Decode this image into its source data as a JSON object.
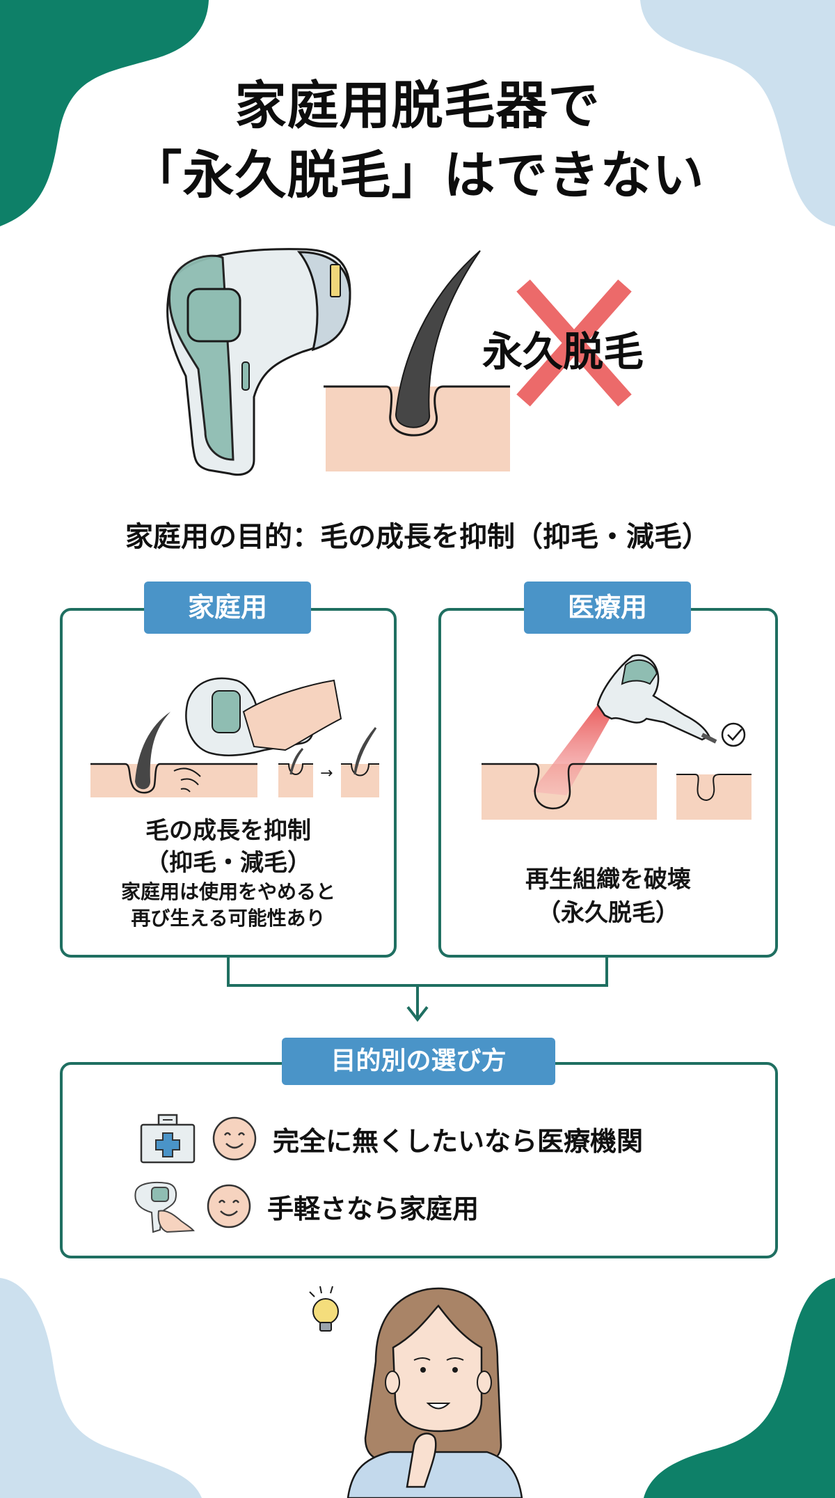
{
  "header": {
    "title_line1": "家庭用脱毛器で",
    "title_line2": "「永久脱毛」はできない"
  },
  "hero": {
    "crossed_label": "永久脱毛",
    "icons": [
      "ipl-device-icon",
      "hair-follicle-icon",
      "cross-mark-icon"
    ]
  },
  "purpose_line": "家庭用の目的：毛の成長を抑制（抑毛・減毛）",
  "cards": {
    "home": {
      "tag": "家庭用",
      "heading": "毛の成長を抑制",
      "sub": "（抑毛・減毛）",
      "note_line1": "家庭用は使用をやめると",
      "note_line2": "再び生える可能性あり"
    },
    "medical": {
      "tag": "医療用",
      "heading": "再生組織を破壊",
      "sub": "（永久脱毛）"
    }
  },
  "choice": {
    "tag": "目的別の選び方",
    "items": [
      {
        "icon": "medical-kit-icon",
        "face": "smile-face-icon",
        "label": "完全に無くしたいなら医療機関"
      },
      {
        "icon": "home-device-hand-icon",
        "face": "smile-face-icon",
        "label": "手軽さなら家庭用"
      }
    ]
  },
  "colors": {
    "green": "#0e8068",
    "light_blue": "#cce0ee",
    "border_green": "#1f6f61",
    "tag_blue": "#4a94c8",
    "skin": "#f6d3bf",
    "cross_red": "#ec6a6a"
  }
}
